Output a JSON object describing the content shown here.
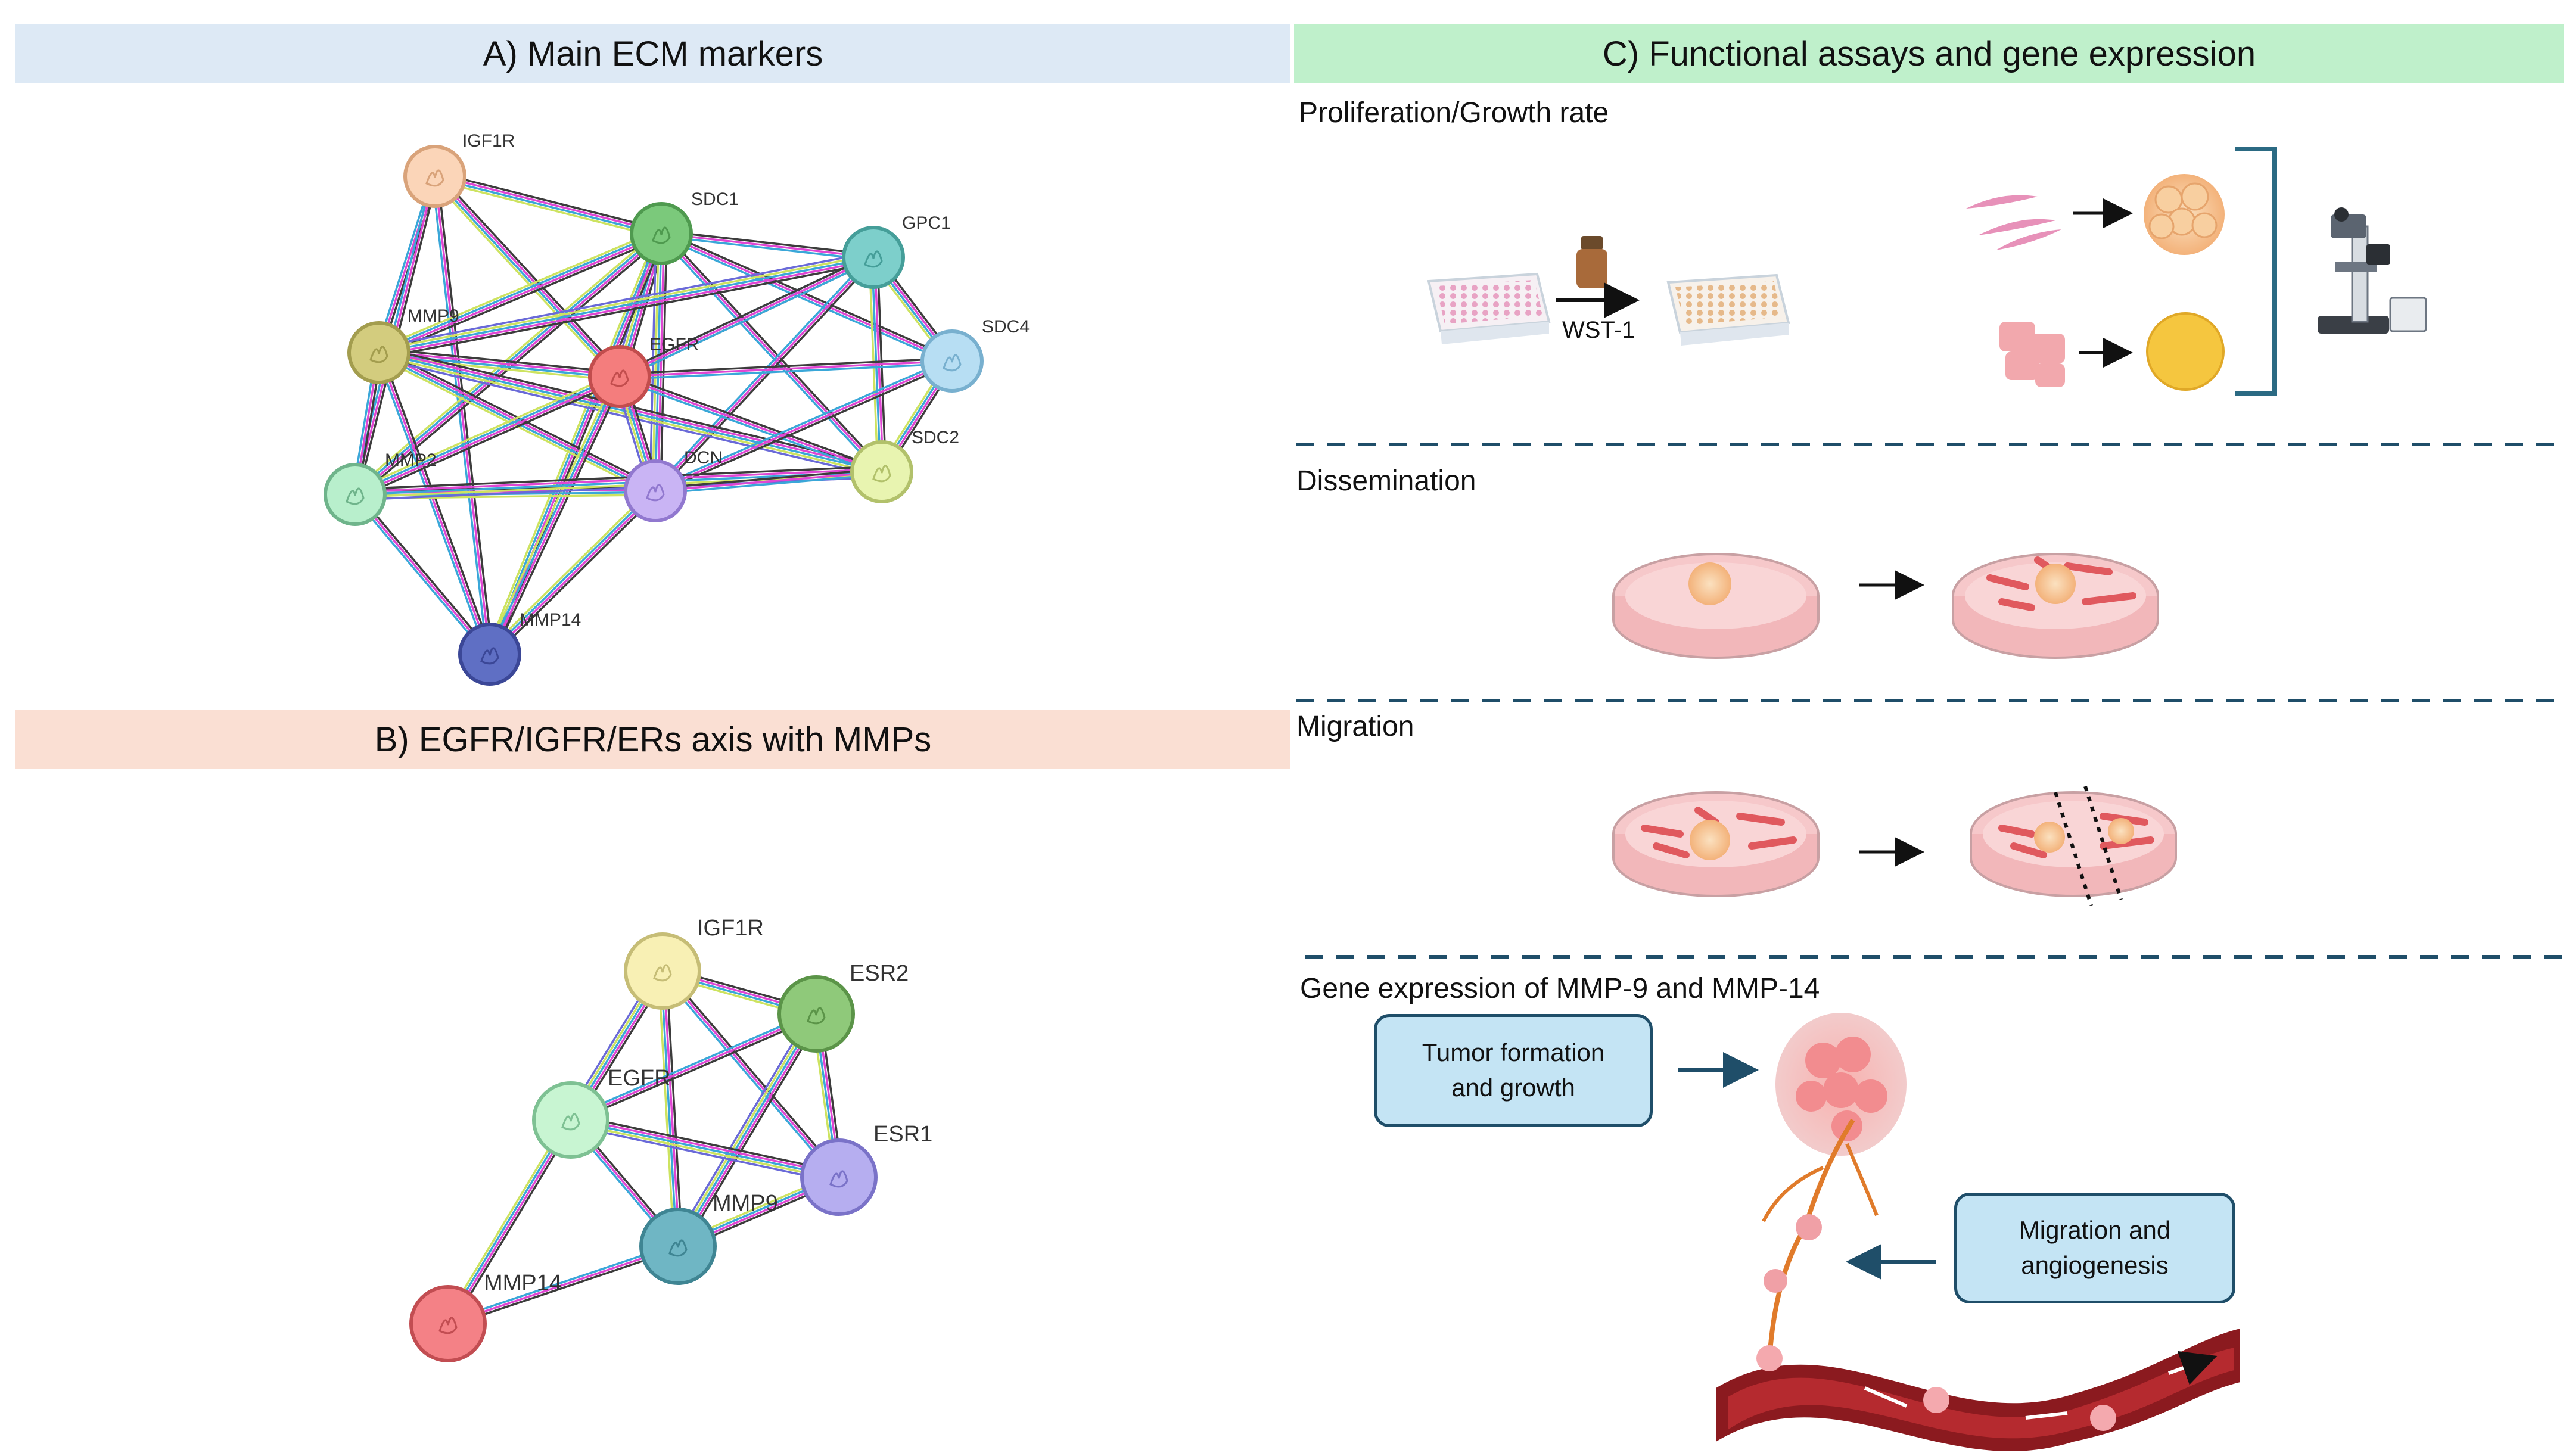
{
  "panels": {
    "a_title": "A) Main ECM markers",
    "b_title": "B) EGFR/IGFR/ERs axis with MMPs",
    "c_title": "C) Functional assays and gene expression"
  },
  "network_a": {
    "nodes": [
      "IGF1R",
      "SDC1",
      "GPC1",
      "MMP9",
      "EGFR",
      "SDC4",
      "MMP2",
      "DCN",
      "SDC2",
      "MMP14"
    ]
  },
  "network_b": {
    "nodes": [
      "IGF1R",
      "ESR2",
      "EGFR",
      "ESR1",
      "MMP9",
      "MMP14"
    ]
  },
  "assays": {
    "proliferation": "Proliferation/Growth rate",
    "reagent": "WST-1",
    "dissemination": "Dissemination",
    "migration": "Migration",
    "gene_expression": "Gene expression of MMP-9 and MMP-14",
    "box_tumor": "Tumor formation\nand growth",
    "box_migration": "Migration and\nangiogenesis"
  },
  "colors": {
    "panel_a": "#dde9f5",
    "panel_b": "#fadfd3",
    "panel_c": "#bff0cb",
    "divider": "#1f4e69",
    "box_fill": "#c4e4f4"
  }
}
